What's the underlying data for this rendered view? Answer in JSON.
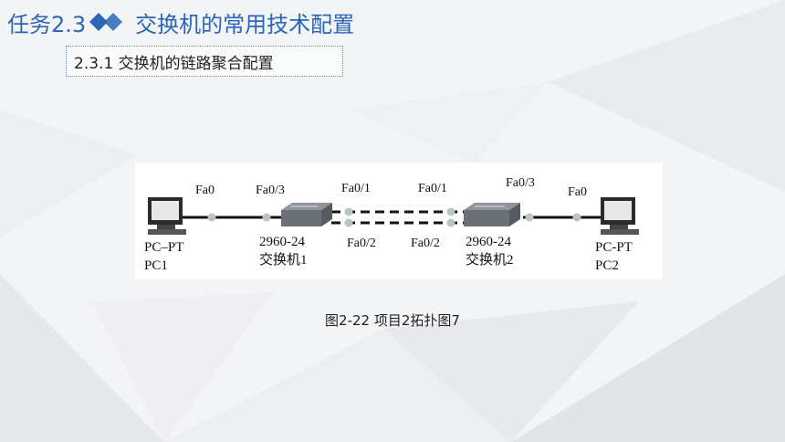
{
  "header": {
    "task": "任务2.3",
    "title": "交换机的常用技术配置"
  },
  "section": {
    "heading": "2.3.1 交换机的链路聚合配置"
  },
  "figure": {
    "pc1": {
      "type": "PC–PT",
      "name": "PC1",
      "port": "Fa0"
    },
    "switch1": {
      "model": "2960-24",
      "name": "交换机1",
      "port_pc": "Fa0/3",
      "port_a": "Fa0/1",
      "port_b": "Fa0/2"
    },
    "switch2": {
      "model": "2960-24",
      "name": "交换机2",
      "port_pc": "Fa0/3",
      "port_a": "Fa0/1",
      "port_b": "Fa0/2"
    },
    "pc2": {
      "type": "PC-PT",
      "name": "PC2",
      "port": "Fa0"
    },
    "caption": "图2-22 项目2拓扑图7"
  },
  "colors": {
    "accent": "#2b66b8",
    "link_dot": "#b9c7b9"
  }
}
